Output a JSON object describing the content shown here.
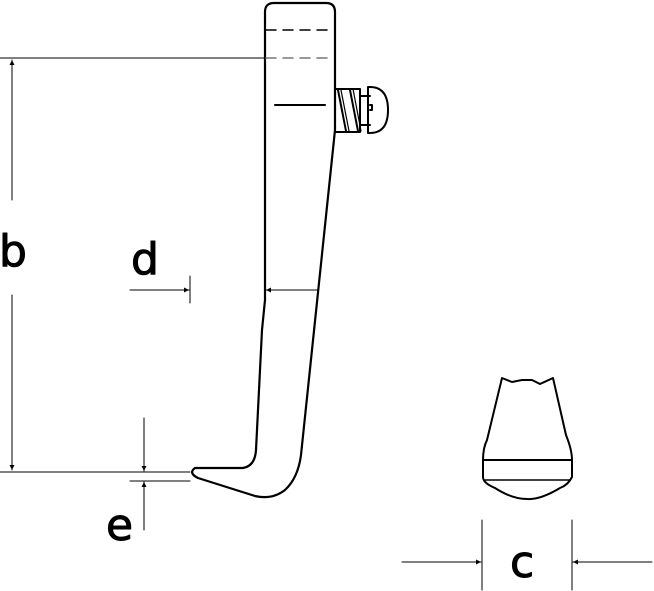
{
  "labels": {
    "b": "b",
    "c": "c",
    "d": "d",
    "e": "e"
  },
  "colors": {
    "line": "#000000",
    "hidden_line": "#777777"
  }
}
